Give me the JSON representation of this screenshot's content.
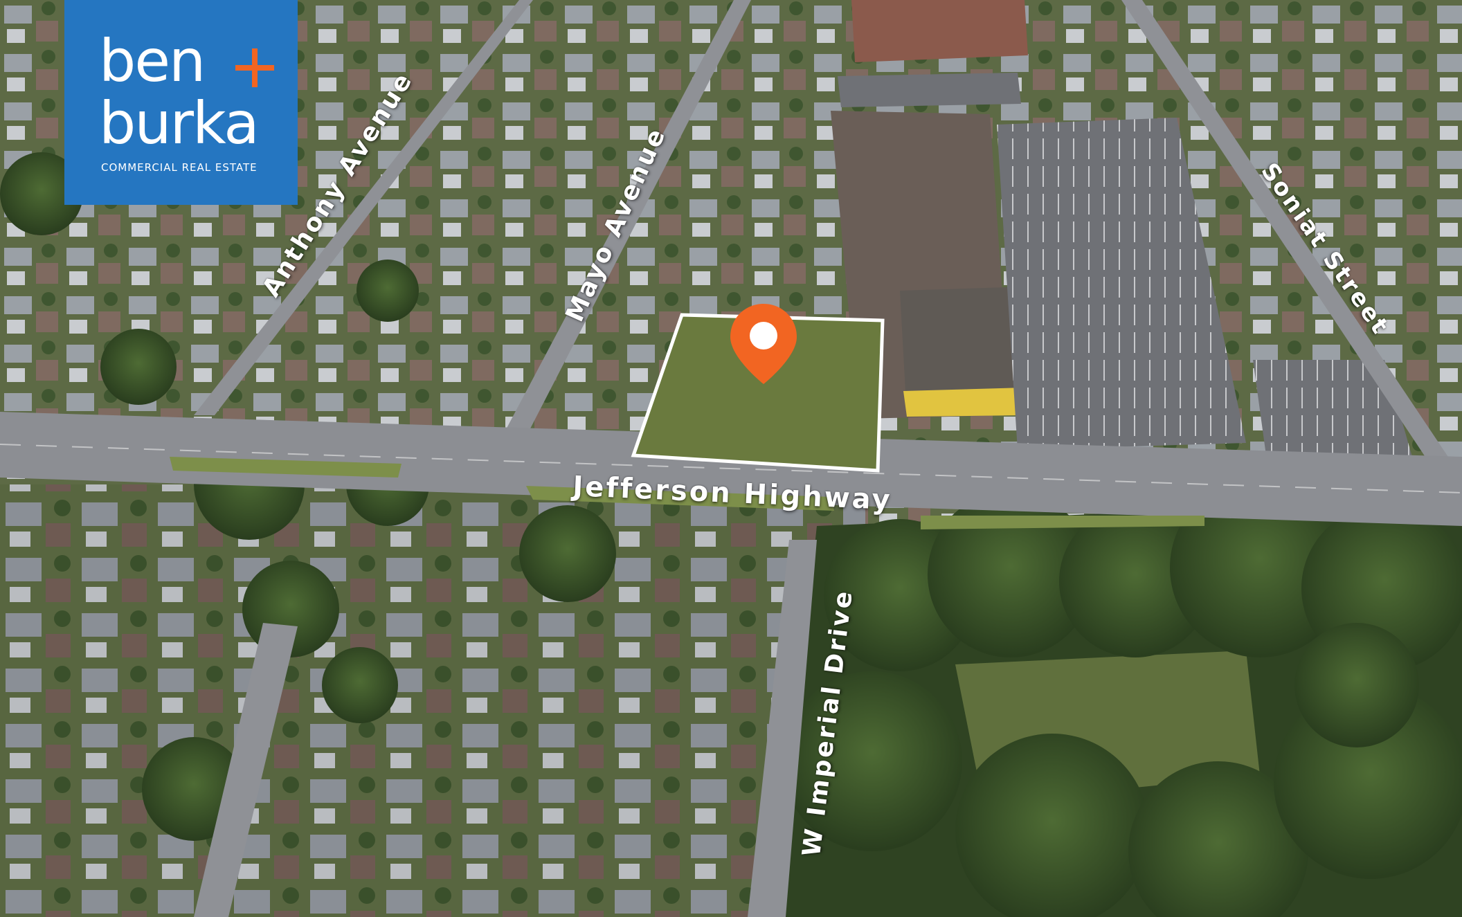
{
  "brand": {
    "word1": "ben",
    "word2": "burka",
    "tagline": "COMMERCIAL REAL ESTATE",
    "logo_bg": "#2576c1",
    "plus_color": "#f26522"
  },
  "roads": {
    "anthony": "Anthony Avenue",
    "mayo": "Mayo Avenue",
    "soniat": "Soniat Street",
    "jefferson": "Jefferson Highway",
    "imperial": "W Imperial Drive"
  },
  "marker": {
    "color": "#f26522",
    "icon": "location-pin-icon"
  },
  "colors": {
    "road": "#8f9196",
    "lot": "#6a7a3e",
    "parking": "#7a7c80",
    "roof": "#6b5f58"
  }
}
